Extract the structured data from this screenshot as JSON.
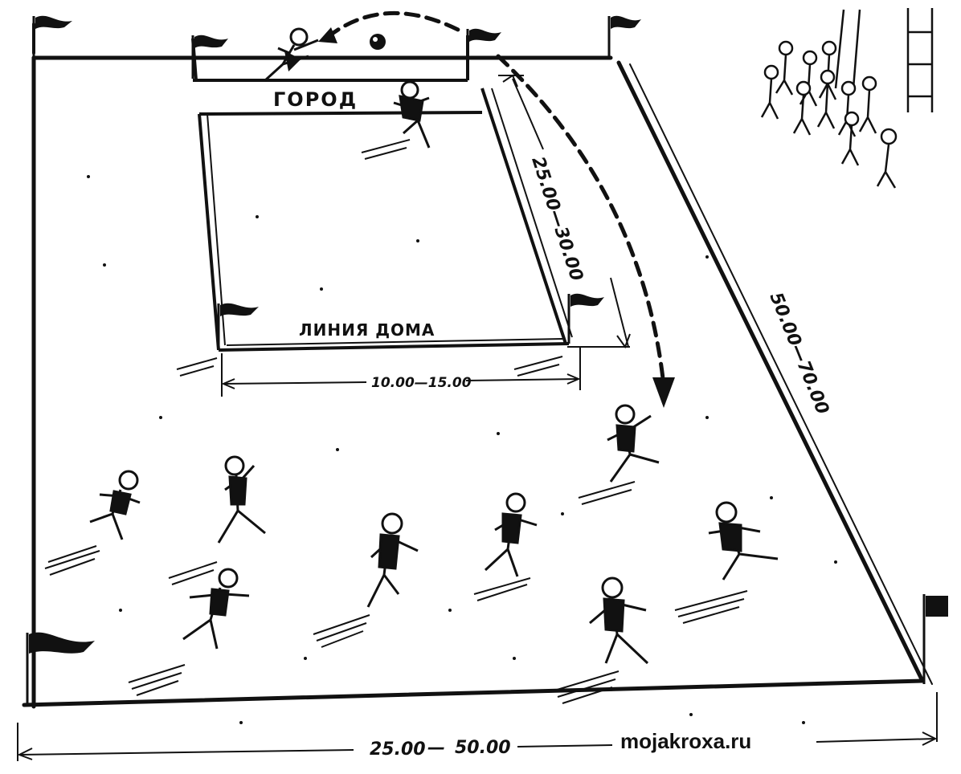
{
  "labels": {
    "gorod": "ГОРОД",
    "liniya_doma": "ЛИНИЯ ДОМА",
    "dim_home_width": "10.00—15.00",
    "dim_city_depth": "25.00—30.00",
    "dim_field_length": "50.00—70.00",
    "dim_field_width_a": "25.00",
    "dim_field_width_b": "50.00",
    "watermark": "mojakroxa.ru"
  },
  "colors": {
    "ink": "#111111",
    "paper": "#ffffff"
  },
  "field": {
    "flags_count": 8,
    "running_players_count": 10,
    "spectators_count": 10
  }
}
